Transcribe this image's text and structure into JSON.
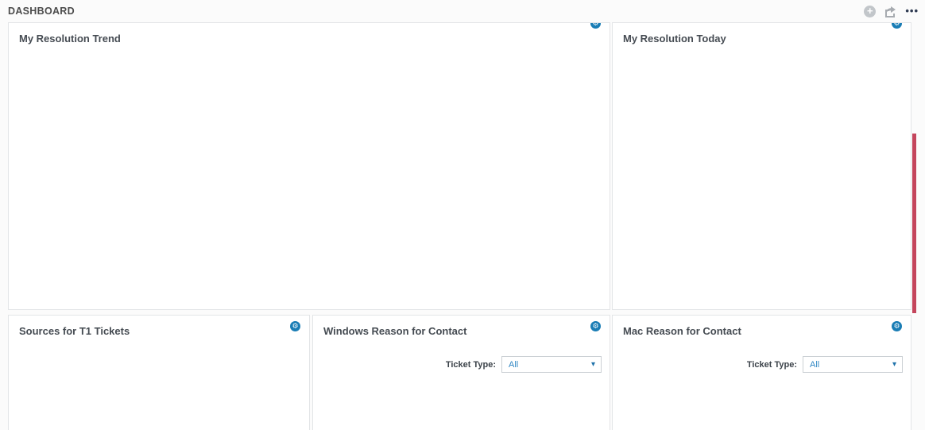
{
  "header": {
    "title": "DASHBOARD",
    "add_icon_glyph": "+",
    "more_icon_glyph": "•••"
  },
  "panels": [
    {
      "id": "resolution-trend",
      "title": "My Resolution Trend"
    },
    {
      "id": "resolution-today",
      "title": "My Resolution Today"
    },
    {
      "id": "sources-t1-tickets",
      "title": "Sources for T1 Tickets"
    },
    {
      "id": "windows-reason-for-contact",
      "title": "Windows Reason for Contact",
      "filter": {
        "label": "Ticket Type:",
        "value": "All",
        "caret_glyph": "▾"
      }
    },
    {
      "id": "mac-reason-for-contact",
      "title": "Mac Reason for Contact",
      "filter": {
        "label": "Ticket Type:",
        "value": "All",
        "caret_glyph": "▾"
      }
    }
  ],
  "icons": {
    "gear_glyph": "⚙",
    "add": "add-icon",
    "share": "share-icon",
    "more": "more-options-icon",
    "gear": "gear-icon",
    "caret": "caret-down-icon"
  },
  "colors": {
    "accent-blue": "#1a7db5",
    "link-blue": "#3087c3",
    "bar-red": "#c4455c",
    "title-text": "#454b52",
    "header-text": "#4b4b4b",
    "icon-gray": "#c2c6ca",
    "more-icon": "#2f3b52",
    "panel-border": "#e3e5e7",
    "page-bg": "#fbfbfb"
  }
}
